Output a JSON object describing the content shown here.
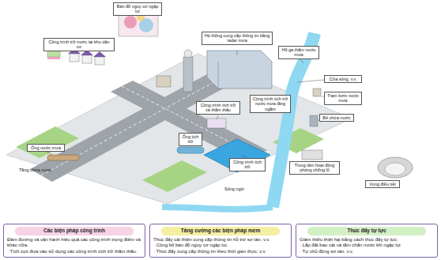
{
  "diagram": {
    "nodes": [
      {
        "text": [
          "Bản đồ nguy cơ ngập lụt"
        ]
      },
      {
        "text": [
          "Công trình trữ nước tại khu dân cư"
        ]
      },
      {
        "text": [
          "Hệ thống cung cấp thông tin bằng radar mưa"
        ]
      },
      {
        "text": [
          "Hồ ga thấm nước mưa"
        ]
      },
      {
        "text": [
          "Cửa sông, v.v."
        ]
      },
      {
        "text": [
          "Công trình tích trữ và thấm thấu"
        ]
      },
      {
        "text": [
          "Công trình tích trữ nước mưa tầng ngầm"
        ]
      },
      {
        "text": [
          "Trạm bơm nước mưa"
        ]
      },
      {
        "text": [
          "Bể chứa nước"
        ]
      },
      {
        "text": [
          "Ống nước mưa"
        ]
      },
      {
        "text": [
          "Ống tích trữ"
        ]
      },
      {
        "text": [
          "Công trình tích trữ"
        ]
      },
      {
        "text": [
          "Trung tâm hoạt động phòng chống lũ"
        ]
      },
      {
        "text": [
          "Vùng điều tiết"
        ]
      },
      {
        "text": [
          "Các biện pháp công trình",
          "Đảm đương và vận hành hiệu quả các công trình trọng điểm và khác nữa.",
          "· Tích cực đưa vào sử dụng các công trình tích trữ thấm thấu."
        ]
      },
      {
        "text": [
          "Tăng cường các biện pháp mềm",
          "Thúc đẩy cải thiện cung cấp thông tin hỗ trợ sơ tán, v.v.",
          "· Công bố bản đồ nguy cơ ngập lụt.",
          "· Thúc đẩy cung cấp thông tin theo thời gian thực, v.v."
        ]
      },
      {
        "text": [
          "Thúc đẩy tự lực",
          "Giảm thiểu thiệt hại bằng cách thúc đẩy tự lực:",
          "· Lắp đặt bao cát và tấm chắn nước khi ngập lụt",
          "· Tự chủ động sơ tán, v.v."
        ]
      }
    ],
    "labels": [
      "Tầng chứa nước",
      "Sông ngòi"
    ]
  }
}
